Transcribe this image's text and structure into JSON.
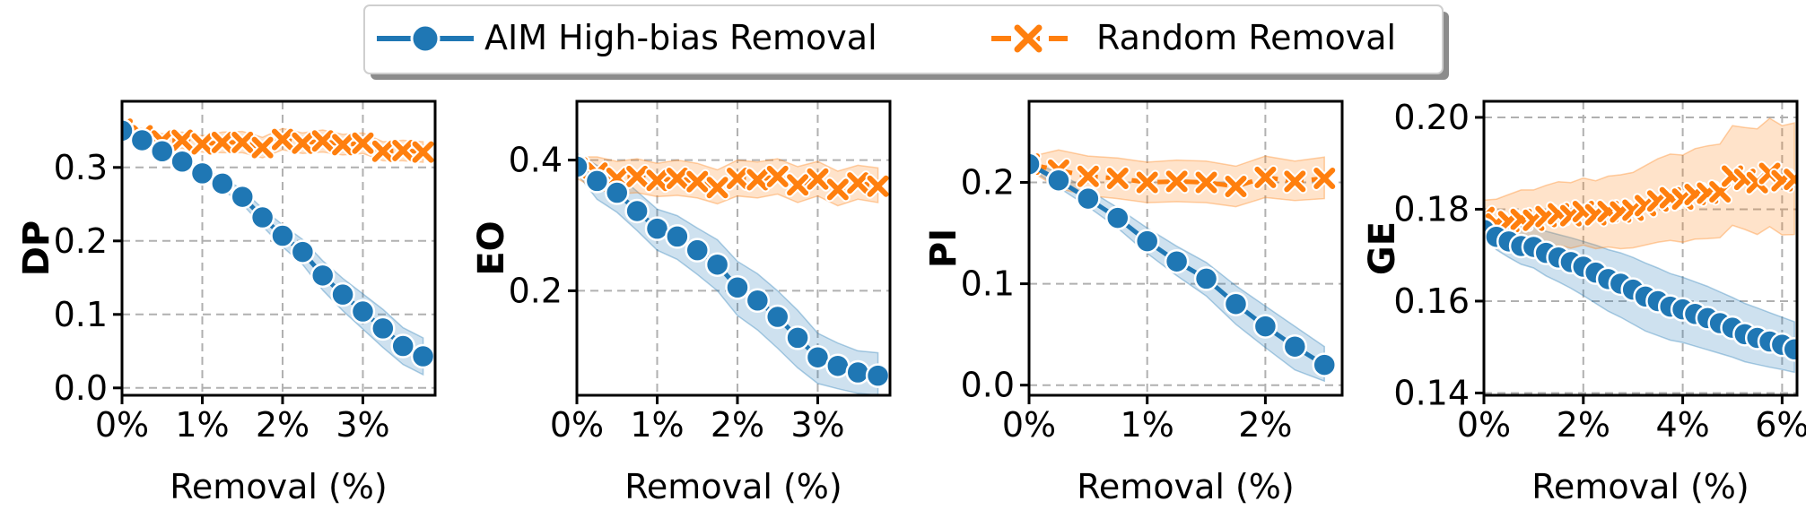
{
  "legend": {
    "entries": [
      {
        "label": "AIM High-bias Removal",
        "color": "#1f77b4",
        "marker": "circle"
      },
      {
        "label": "Random Removal",
        "color": "#ff7f0e",
        "marker": "x"
      }
    ]
  },
  "chart_data": [
    {
      "type": "line",
      "xlabel": "Removal (%)",
      "ylabel": "DP",
      "xlim": [
        0,
        3.9
      ],
      "ylim": [
        -0.01,
        0.39
      ],
      "xticks": [
        0,
        1,
        2,
        3
      ],
      "xtick_labels": [
        "0%",
        "1%",
        "2%",
        "3%"
      ],
      "yticks": [
        0.0,
        0.1,
        0.2,
        0.3
      ],
      "ytick_labels": [
        "0.0",
        "0.1",
        "0.2",
        "0.3"
      ],
      "grid": true,
      "series": [
        {
          "name": "AIM High-bias Removal",
          "color": "#1f77b4",
          "marker": "circle",
          "x": [
            0,
            0.25,
            0.5,
            0.75,
            1.0,
            1.25,
            1.5,
            1.75,
            2.0,
            2.25,
            2.5,
            2.75,
            3.0,
            3.25,
            3.5,
            3.75
          ],
          "y": [
            0.35,
            0.337,
            0.322,
            0.308,
            0.292,
            0.278,
            0.26,
            0.232,
            0.207,
            0.185,
            0.153,
            0.127,
            0.104,
            0.081,
            0.057,
            0.043
          ],
          "band_lower": [
            0.348,
            0.333,
            0.317,
            0.302,
            0.285,
            0.27,
            0.25,
            0.22,
            0.192,
            0.168,
            0.133,
            0.105,
            0.08,
            0.055,
            0.032,
            0.018
          ],
          "band_upper": [
            0.352,
            0.341,
            0.327,
            0.314,
            0.299,
            0.286,
            0.27,
            0.244,
            0.222,
            0.202,
            0.173,
            0.149,
            0.128,
            0.107,
            0.082,
            0.068
          ]
        },
        {
          "name": "Random Removal",
          "color": "#ff7f0e",
          "marker": "x",
          "x": [
            0,
            0.25,
            0.5,
            0.75,
            1.0,
            1.25,
            1.5,
            1.75,
            2.0,
            2.25,
            2.5,
            2.75,
            3.0,
            3.25,
            3.5,
            3.75
          ],
          "y": [
            0.352,
            0.343,
            0.336,
            0.337,
            0.332,
            0.334,
            0.334,
            0.327,
            0.338,
            0.333,
            0.336,
            0.331,
            0.333,
            0.322,
            0.323,
            0.321
          ],
          "band_lower": [
            0.347,
            0.333,
            0.326,
            0.326,
            0.321,
            0.32,
            0.32,
            0.313,
            0.324,
            0.319,
            0.321,
            0.317,
            0.319,
            0.309,
            0.309,
            0.307
          ],
          "band_upper": [
            0.357,
            0.353,
            0.346,
            0.348,
            0.343,
            0.348,
            0.349,
            0.341,
            0.353,
            0.347,
            0.351,
            0.345,
            0.347,
            0.335,
            0.337,
            0.335
          ]
        }
      ]
    },
    {
      "type": "line",
      "xlabel": "Removal (%)",
      "ylabel": "EO",
      "xlim": [
        0,
        3.9
      ],
      "ylim": [
        0.04,
        0.49
      ],
      "xticks": [
        0,
        1,
        2,
        3
      ],
      "xtick_labels": [
        "0%",
        "1%",
        "2%",
        "3%"
      ],
      "yticks": [
        0.2,
        0.4
      ],
      "ytick_labels": [
        "0.2",
        "0.4"
      ],
      "grid": true,
      "series": [
        {
          "name": "AIM High-bias Removal",
          "color": "#1f77b4",
          "marker": "circle",
          "x": [
            0,
            0.25,
            0.5,
            0.75,
            1.0,
            1.25,
            1.5,
            1.75,
            2.0,
            2.25,
            2.5,
            2.75,
            3.0,
            3.25,
            3.5,
            3.75
          ],
          "y": [
            0.39,
            0.368,
            0.35,
            0.322,
            0.295,
            0.283,
            0.262,
            0.24,
            0.205,
            0.185,
            0.16,
            0.128,
            0.098,
            0.085,
            0.075,
            0.07
          ],
          "band_lower": [
            0.38,
            0.34,
            0.32,
            0.292,
            0.262,
            0.248,
            0.225,
            0.2,
            0.162,
            0.14,
            0.112,
            0.082,
            0.058,
            0.05,
            0.043,
            0.04
          ],
          "band_upper": [
            0.41,
            0.392,
            0.378,
            0.352,
            0.325,
            0.315,
            0.296,
            0.278,
            0.245,
            0.226,
            0.2,
            0.17,
            0.135,
            0.12,
            0.108,
            0.105
          ]
        },
        {
          "name": "Random Removal",
          "color": "#ff7f0e",
          "marker": "x",
          "x": [
            0,
            0.25,
            0.5,
            0.75,
            1.0,
            1.25,
            1.5,
            1.75,
            2.0,
            2.25,
            2.5,
            2.75,
            3.0,
            3.25,
            3.5,
            3.75
          ],
          "y": [
            0.388,
            0.38,
            0.372,
            0.375,
            0.369,
            0.372,
            0.367,
            0.358,
            0.372,
            0.37,
            0.375,
            0.362,
            0.371,
            0.355,
            0.365,
            0.36
          ],
          "band_lower": [
            0.372,
            0.355,
            0.348,
            0.35,
            0.344,
            0.346,
            0.342,
            0.333,
            0.345,
            0.342,
            0.348,
            0.335,
            0.345,
            0.33,
            0.34,
            0.335
          ],
          "band_upper": [
            0.405,
            0.405,
            0.398,
            0.402,
            0.395,
            0.4,
            0.395,
            0.385,
            0.4,
            0.397,
            0.402,
            0.39,
            0.398,
            0.383,
            0.392,
            0.388
          ]
        }
      ]
    },
    {
      "type": "line",
      "xlabel": "Removal (%)",
      "ylabel": "PI",
      "xlim": [
        0,
        2.65
      ],
      "ylim": [
        -0.01,
        0.28
      ],
      "xticks": [
        0,
        1,
        2
      ],
      "xtick_labels": [
        "0%",
        "1%",
        "2%"
      ],
      "yticks": [
        0.0,
        0.1,
        0.2
      ],
      "ytick_labels": [
        "0.0",
        "0.1",
        "0.2"
      ],
      "grid": true,
      "series": [
        {
          "name": "AIM High-bias Removal",
          "color": "#1f77b4",
          "marker": "circle",
          "x": [
            0,
            0.25,
            0.5,
            0.75,
            1.0,
            1.25,
            1.5,
            1.75,
            2.0,
            2.25,
            2.5
          ],
          "y": [
            0.218,
            0.202,
            0.184,
            0.165,
            0.142,
            0.122,
            0.105,
            0.08,
            0.058,
            0.038,
            0.02
          ],
          "band_lower": [
            0.214,
            0.195,
            0.176,
            0.155,
            0.13,
            0.108,
            0.088,
            0.06,
            0.037,
            0.015,
            0.004
          ],
          "band_upper": [
            0.222,
            0.209,
            0.193,
            0.175,
            0.155,
            0.137,
            0.121,
            0.098,
            0.078,
            0.058,
            0.038
          ]
        },
        {
          "name": "Random Removal",
          "color": "#ff7f0e",
          "marker": "x",
          "x": [
            0,
            0.25,
            0.5,
            0.75,
            1.0,
            1.25,
            1.5,
            1.75,
            2.0,
            2.25,
            2.5
          ],
          "y": [
            0.218,
            0.212,
            0.206,
            0.204,
            0.2,
            0.201,
            0.2,
            0.196,
            0.205,
            0.201,
            0.204
          ],
          "band_lower": [
            0.212,
            0.194,
            0.187,
            0.184,
            0.18,
            0.181,
            0.18,
            0.176,
            0.185,
            0.182,
            0.184
          ],
          "band_upper": [
            0.225,
            0.232,
            0.226,
            0.224,
            0.22,
            0.222,
            0.221,
            0.216,
            0.226,
            0.221,
            0.225
          ]
        }
      ]
    },
    {
      "type": "line",
      "xlabel": "Removal (%)",
      "ylabel": "GE",
      "xlim": [
        0,
        6.3
      ],
      "ylim": [
        0.1395,
        0.2035
      ],
      "xticks": [
        0,
        2,
        4,
        6
      ],
      "xtick_labels": [
        "0%",
        "2%",
        "4%",
        "6%"
      ],
      "yticks": [
        0.14,
        0.16,
        0.18,
        0.2
      ],
      "ytick_labels": [
        "0.14",
        "0.16",
        "0.18",
        "0.20"
      ],
      "grid": true,
      "series": [
        {
          "name": "AIM High-bias Removal",
          "color": "#1f77b4",
          "marker": "circle",
          "x": [
            0,
            0.25,
            0.5,
            0.75,
            1.0,
            1.25,
            1.5,
            1.75,
            2.0,
            2.25,
            2.5,
            2.75,
            3.0,
            3.25,
            3.5,
            3.75,
            4.0,
            4.25,
            4.5,
            4.75,
            5.0,
            5.25,
            5.5,
            5.75,
            6.0,
            6.25
          ],
          "y": [
            0.1755,
            0.174,
            0.173,
            0.172,
            0.1718,
            0.1705,
            0.1695,
            0.1685,
            0.1675,
            0.1662,
            0.1648,
            0.1638,
            0.1625,
            0.161,
            0.16,
            0.1588,
            0.1582,
            0.1572,
            0.1563,
            0.1552,
            0.1542,
            0.1528,
            0.152,
            0.1512,
            0.1505,
            0.1495
          ],
          "band_lower": [
            0.174,
            0.1712,
            0.1695,
            0.168,
            0.1672,
            0.1655,
            0.1642,
            0.1628,
            0.1612,
            0.1595,
            0.1578,
            0.1565,
            0.155,
            0.1535,
            0.1525,
            0.1515,
            0.151,
            0.1502,
            0.1494,
            0.1486,
            0.1478,
            0.1468,
            0.1462,
            0.1456,
            0.1451,
            0.1445
          ],
          "band_upper": [
            0.1778,
            0.177,
            0.1765,
            0.1762,
            0.1762,
            0.1752,
            0.1745,
            0.1738,
            0.173,
            0.1722,
            0.1712,
            0.1705,
            0.1695,
            0.1683,
            0.1672,
            0.166,
            0.1652,
            0.1642,
            0.1632,
            0.162,
            0.1608,
            0.1595,
            0.1585,
            0.1575,
            0.1565,
            0.1555
          ]
        },
        {
          "name": "Random Removal",
          "color": "#ff7f0e",
          "marker": "x",
          "x": [
            0,
            0.25,
            0.5,
            0.75,
            1.0,
            1.25,
            1.5,
            1.75,
            2.0,
            2.25,
            2.5,
            2.75,
            3.0,
            3.25,
            3.5,
            3.75,
            4.0,
            4.25,
            4.5,
            4.75,
            5.0,
            5.25,
            5.5,
            5.75,
            6.0,
            6.25
          ],
          "y": [
            0.1782,
            0.1768,
            0.1773,
            0.1778,
            0.1776,
            0.1784,
            0.179,
            0.1786,
            0.1795,
            0.1788,
            0.1795,
            0.1794,
            0.1798,
            0.1808,
            0.1818,
            0.1825,
            0.1822,
            0.1832,
            0.1835,
            0.1838,
            0.1872,
            0.1865,
            0.1858,
            0.1878,
            0.1862,
            0.1865
          ],
          "band_lower": [
            0.1745,
            0.1715,
            0.1715,
            0.1716,
            0.1712,
            0.1718,
            0.1722,
            0.1715,
            0.1722,
            0.1714,
            0.1718,
            0.1714,
            0.1716,
            0.1722,
            0.1728,
            0.1732,
            0.1728,
            0.1735,
            0.1736,
            0.1738,
            0.1765,
            0.1756,
            0.1745,
            0.1762,
            0.1744,
            0.1745
          ],
          "band_upper": [
            0.182,
            0.1822,
            0.1832,
            0.1842,
            0.1842,
            0.1852,
            0.186,
            0.1858,
            0.1868,
            0.1862,
            0.1872,
            0.1875,
            0.188,
            0.1895,
            0.191,
            0.192,
            0.1918,
            0.1932,
            0.1938,
            0.1942,
            0.1982,
            0.1978,
            0.1975,
            0.1998,
            0.1982,
            0.1988
          ]
        }
      ]
    }
  ]
}
